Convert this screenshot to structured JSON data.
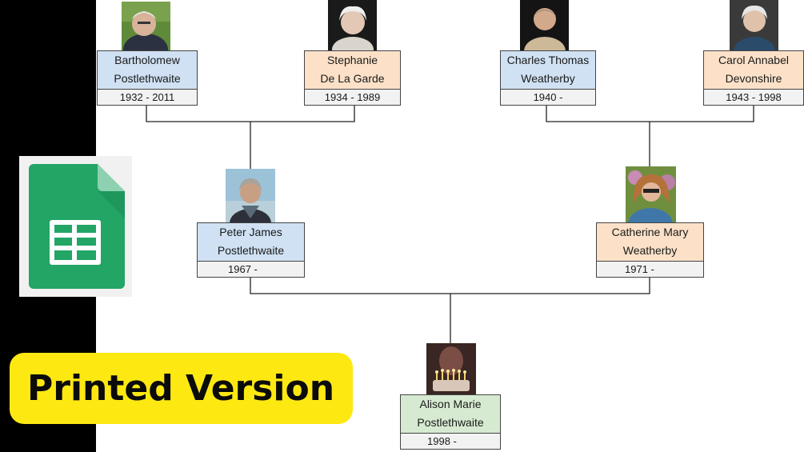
{
  "banner": {
    "text": "Printed Version"
  },
  "logo": {
    "icon": "google-sheets-icon",
    "colors": {
      "green": "#23a566",
      "fold": "#8ed1b1",
      "cells": "#ffffff"
    }
  },
  "tree": {
    "grandparents": [
      {
        "first": "Bartholomew",
        "last": "Postlethwaite",
        "years": "1932 - 2011",
        "gender": "male"
      },
      {
        "first": "Stephanie",
        "last": "De La Garde",
        "years": "1934 - 1989",
        "gender": "female"
      },
      {
        "first": "Charles Thomas",
        "last": "Weatherby",
        "years": "1940 -",
        "gender": "male"
      },
      {
        "first": "Carol Annabel",
        "last": "Devonshire",
        "years": "1943 - 1998",
        "gender": "female"
      }
    ],
    "parents": [
      {
        "first": "Peter James",
        "last": "Postlethwaite",
        "years": "1967 -",
        "gender": "male"
      },
      {
        "first": "Catherine Mary",
        "last": "Weatherby",
        "years": "1971 -",
        "gender": "female"
      }
    ],
    "child": {
      "first": "Alison Marie",
      "last": "Postlethwaite",
      "years": "1998 -",
      "gender": "child"
    }
  },
  "colors": {
    "male": "#cfe1f3",
    "female": "#fce1c8",
    "child": "#d6ead1",
    "years_bg": "#f2f2f2",
    "banner": "#fde812",
    "sidebar": "#000000"
  }
}
